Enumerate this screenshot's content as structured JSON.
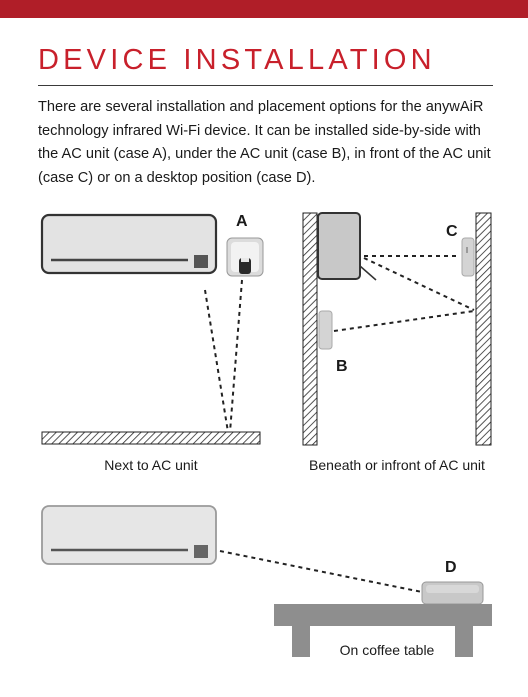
{
  "header": {
    "title": "DEVICE INSTALLATION"
  },
  "intro": {
    "text": "There are several installation and placement options for the anywAiR technology infrared Wi-Fi device. It can be installed side-by-side with the AC unit (case A), under the AC unit (case B), in front of the AC unit (case C) or on a desktop position (case D)."
  },
  "diagrams": {
    "next_to": {
      "case_label": "A",
      "caption": "Next to AC unit"
    },
    "beneath": {
      "case_label_c": "C",
      "case_label_b": "B",
      "caption": "Beneath or infront of AC unit"
    },
    "table": {
      "case_label": "D",
      "caption": "On coffee table"
    }
  },
  "colors": {
    "accent": "#c8202b",
    "top_bar": "#b01e28",
    "device_grey": "#c8c8c8",
    "ac_body": "#e3e3e3"
  }
}
